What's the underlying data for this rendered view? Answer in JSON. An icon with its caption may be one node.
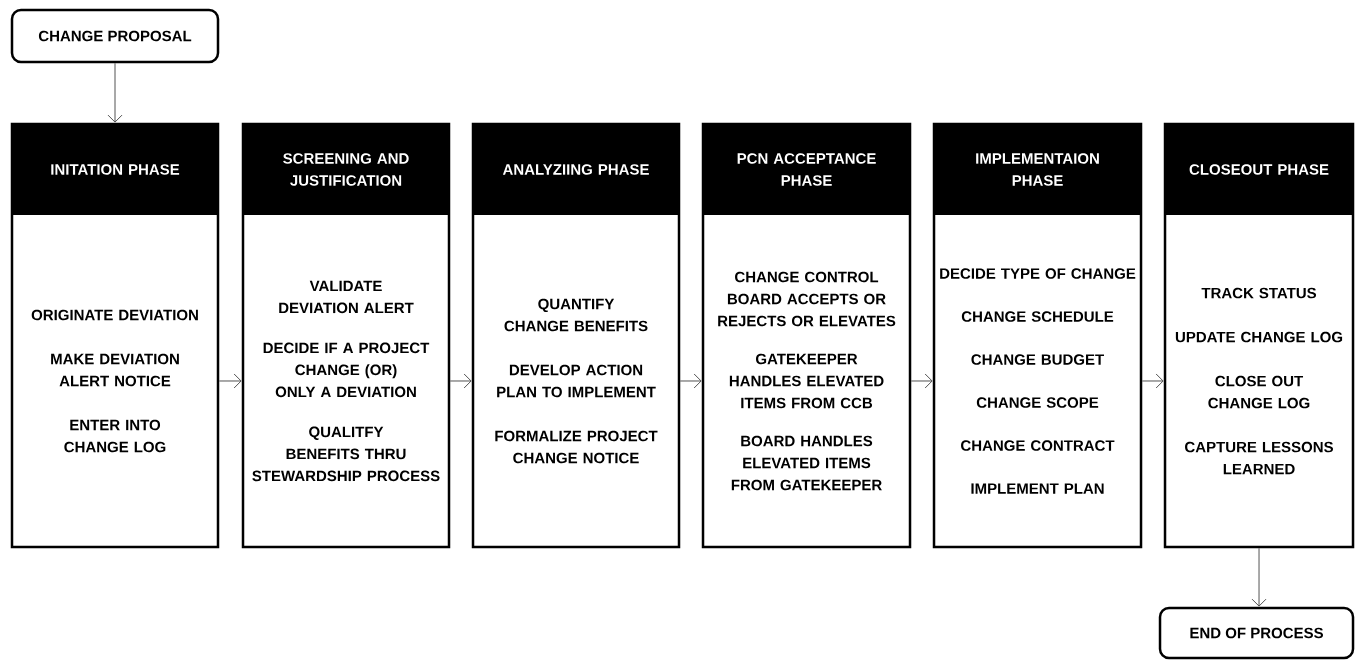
{
  "diagram": {
    "nodes": [
      {
        "text": [
          "CHANGE PROPOSAL"
        ]
      },
      {
        "text": [
          "INITATION PHASE",
          "ORIGINATE DEVIATION",
          "MAKE DEVIATION ALERT NOTICE",
          "ENTER INTO CHANGE LOG"
        ]
      },
      {
        "text": [
          "SCREENING AND JUSTIFICATION",
          "VALIDATE DEVIATION ALERT",
          "DECIDE IF A PROJECT CHANGE (OR) ONLY A DEVIATION",
          "QUALITFY BENEFITS THRU STEWARDSHIP PROCESS"
        ]
      },
      {
        "text": [
          "ANALYZIING PHASE",
          "QUANTIFY CHANGE BENEFITS",
          "DEVELOP ACTION PLAN TO IMPLEMENT",
          "FORMALIZE PROJECT CHANGE NOTICE"
        ]
      },
      {
        "text": [
          "PCN ACCEPTANCE PHASE",
          "CHANGE CONTROL BOARD ACCEPTS OR REJECTS OR ELEVATES",
          "GATEKEEPER HANDLES ELEVATED ITEMS FROM CCB",
          "BOARD HANDLES ELEVATED ITEMS FROM GATEKEEPER"
        ]
      },
      {
        "text": [
          "IMPLEMENTAION PHASE",
          "DECIDE TYPE OF CHANGE",
          "CHANGE SCHEDULE",
          "CHANGE BUDGET",
          "CHANGE SCOPE",
          "CHANGE CONTRACT",
          "IMPLEMENT PLAN"
        ]
      },
      {
        "text": [
          "CLOSEOUT PHASE",
          "TRACK STATUS",
          "UPDATE CHANGE LOG",
          "CLOSE OUT CHANGE LOG",
          "CAPTURE LESSONS LEARNED"
        ]
      },
      {
        "text": [
          "END OF PROCESS"
        ]
      }
    ],
    "edges": [
      {
        "from": 0,
        "to": 1,
        "arrow": "to"
      },
      {
        "from": 1,
        "to": 2,
        "arrow": "to"
      },
      {
        "from": 2,
        "to": 3,
        "arrow": "to"
      },
      {
        "from": 3,
        "to": 4,
        "arrow": "to"
      },
      {
        "from": 4,
        "to": 5,
        "arrow": "to"
      },
      {
        "from": 5,
        "to": 6,
        "arrow": "to"
      },
      {
        "from": 6,
        "to": 7,
        "arrow": "to"
      }
    ]
  }
}
